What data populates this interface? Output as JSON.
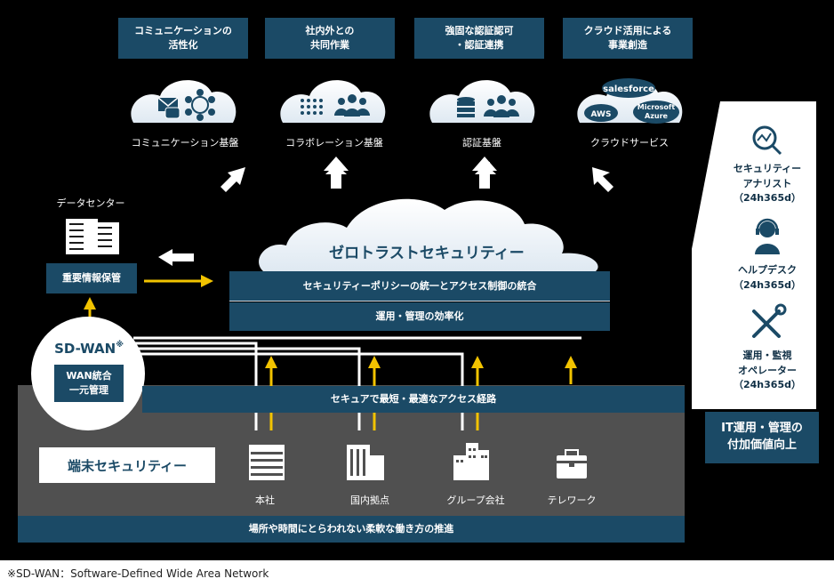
{
  "benefits": [
    "コミュニケーションの\n活性化",
    "社内外との\n共同作業",
    "強固な認証認可\n・認証連携",
    "クラウド活用による\n事業創造"
  ],
  "services": [
    "コミュニケーション基盤",
    "コラボレーション基盤",
    "認証基盤",
    "クラウドサービス"
  ],
  "cloud_badges": [
    "salesforce",
    "AWS",
    "Microsoft\nAzure"
  ],
  "datacenter": {
    "title": "データセンター",
    "box": "重要情報保管"
  },
  "zero_trust": {
    "title": "ゼロトラストセキュリティー",
    "row1": "セキュリティーポリシーの統一とアクセス制御の統合",
    "row2": "運用・管理の効率化"
  },
  "sdwan": {
    "title": "SD-WAN",
    "mark": "※",
    "box": "WAN統合\n一元管理"
  },
  "route_bar": "セキュアで最短・最適なアクセス経路",
  "endpoint": "端末セキュリティー",
  "locations": [
    "本社",
    "国内拠点",
    "グループ会社",
    "テレワーク"
  ],
  "bottom_bar": "場所や時間にとらわれない柔軟な働き方の推進",
  "it_services": [
    "セキュリティー\nアナリスト\n（24h365d）",
    "ヘルプデスク\n（24h365d）",
    "運用・監視\nオペレーター\n（24h365d）"
  ],
  "it_value": "IT運用・管理の\n付加価値向上",
  "footnote": "※SD-WAN：Software-Defined Wide Area Network",
  "colors": {
    "navy": "#1b4a66",
    "arrow_yellow": "#f2c300",
    "bg": "#000000",
    "panel_gray": "#505050"
  }
}
